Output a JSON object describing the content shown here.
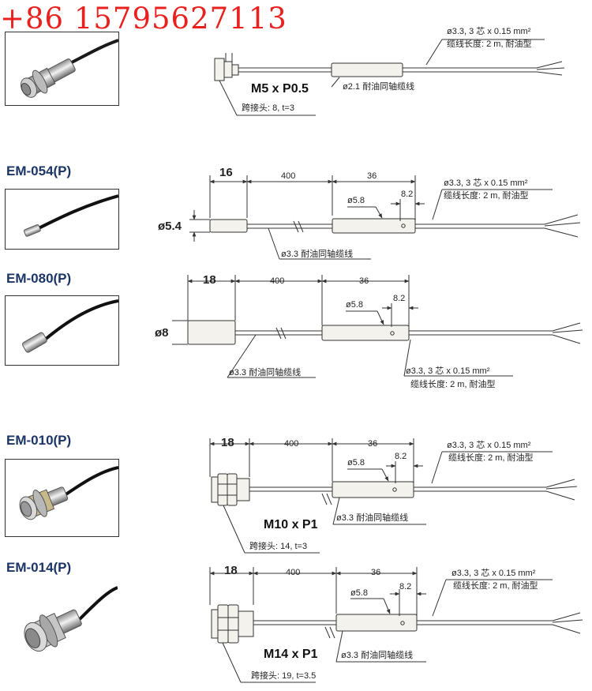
{
  "watermark": {
    "phone": "+86 15795627113"
  },
  "sections": [
    {
      "model": "",
      "thread": "M5 x P0.5",
      "cable": "ø2.1 耐油同轴缆线",
      "spec1": "ø3.3, 3 芯 x 0.15 mm²",
      "spec2": "缆线长度: 2 m, 耐油型",
      "nut": "跨接头: 8, t=3"
    },
    {
      "model": "EM-054(P)",
      "dia": "ø5.4",
      "d1": "16",
      "d2": "400",
      "d3": "36",
      "d4": "ø5.8",
      "d5": "8.2",
      "cable": "ø3.3 耐油同轴缆线",
      "spec1": "ø3.3, 3 芯 x 0.15 mm²",
      "spec2": "缆线长度: 2 m, 耐油型"
    },
    {
      "model": "EM-080(P)",
      "dia": "ø8",
      "d1": "18",
      "d2": "400",
      "d3": "36",
      "d4": "ø5.8",
      "d5": "8.2",
      "cable": "ø3.3 耐油同轴缆线",
      "spec1": "ø3.3, 3 芯 x 0.15 mm²",
      "spec2": "缆线长度: 2 m, 耐油型"
    },
    {
      "model": "EM-010(P)",
      "d1": "18",
      "d2": "400",
      "d3": "36",
      "d4": "ø5.8",
      "d5": "8.2",
      "thread": "M10 x P1",
      "cable": "ø3.3 耐油同轴缆线",
      "spec1": "ø3.3, 3 芯 x 0.15 mm²",
      "spec2": "缆线长度: 2 m, 耐油型",
      "nut": "跨接头: 14, t=3"
    },
    {
      "model": "EM-014(P)",
      "d1": "18",
      "d2": "400",
      "d3": "36",
      "d4": "ø5.8",
      "d5": "8.2",
      "thread": "M14 x P1",
      "cable": "ø3.3 耐油同轴缆线",
      "spec1": "ø3.3, 3 芯 x 0.15 mm²",
      "spec2": "缆线长度: 2 m, 耐油型",
      "nut": "跨接头: 19, t=3.5"
    }
  ],
  "colors": {
    "watermark": "#e8201e",
    "model": "#1b3566",
    "line": "#333333",
    "body": "#f4f2ec"
  }
}
